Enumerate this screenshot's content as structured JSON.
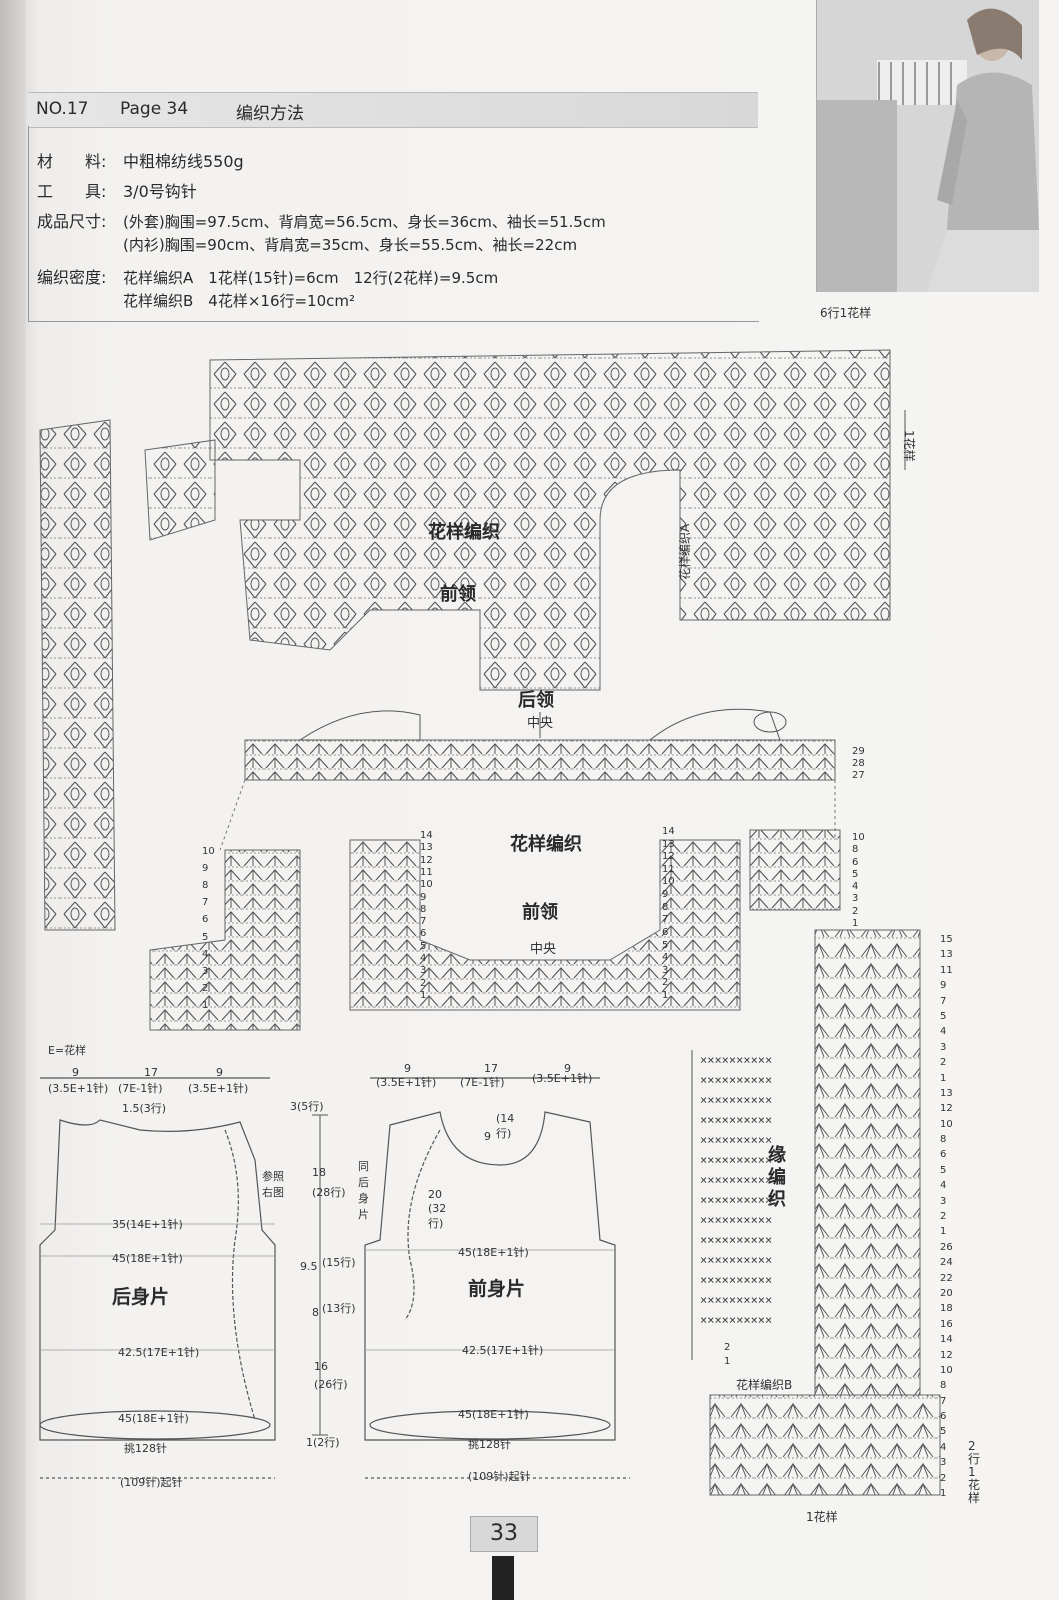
{
  "header": {
    "number": "NO.17",
    "page_ref": "Page 34",
    "title": "编织方法"
  },
  "info": {
    "material_label": "材　　料:",
    "material_value": "中粗棉纺线550g",
    "tool_label": "工　　具:",
    "tool_value": "3/0号钩针",
    "size_label": "成品尺寸:",
    "size_outer": "(外套)胸围=97.5cm、背肩宽=56.5cm、身长=36cm、袖长=51.5cm",
    "size_inner": "(内衫)胸围=90cm、背肩宽=35cm、身长=55.5cm、袖长=22cm",
    "density_label": "编织密度:",
    "density_a": "花样编织A　1花样(15针)=6cm　12行(2花样)=9.5cm",
    "density_b": "花样编织B　4花样×16行=10cm²"
  },
  "labels": {
    "pattern_top": "花样编织",
    "front_collar_top": "前领",
    "pattern_a_side": "花样编织A",
    "one_pattern_side": "1花样",
    "six_rows": "6行1花样",
    "back_collar": "后领",
    "center_1": "中央",
    "pattern_mid": "花样编织",
    "front_collar_mid": "前领",
    "center_2": "中央",
    "e_pattern": "E=花样",
    "edge_knit": "缘编织",
    "pattern_b": "花样编织B",
    "one_pattern_bottom": "1花样",
    "two_rows_pattern": "2行1花样",
    "back_body": "后身片",
    "front_body": "前身片",
    "page_number": "33"
  },
  "dimensions": {
    "back_top": [
      "9",
      "17",
      "9"
    ],
    "back_top_sub": [
      "(3.5E+1针)",
      "(7E-1针)",
      "(3.5E+1针)"
    ],
    "back_shoulder": "1.5(3行)",
    "back_refer": "参照右图",
    "back_row1": "35(14E+1针)",
    "back_row2": "45(18E+1针)",
    "back_row3": "42.5(17E+1针)",
    "back_row4": "45(18E+1针)",
    "back_cast": "挑128针",
    "back_base": "(109针)起针",
    "side": [
      "3(5行)",
      "18",
      "(28行)",
      "9.5",
      "(15行)",
      "8",
      "(13行)",
      "16",
      "(26行)",
      "1(2行)"
    ],
    "front_top": [
      "9",
      "17",
      "9"
    ],
    "front_top_sub": [
      "(3.5E+1针)",
      "(7E-1针)",
      "(3.5E+1针)"
    ],
    "front_neck": "9",
    "front_neck_rows": "(14行)",
    "front_same": "同后身片",
    "front_20": "20",
    "front_20_rows": "(32行)",
    "front_row1": "45(18E+1针)",
    "front_row2": "42.5(17E+1针)",
    "front_row3": "45(18E+1针)",
    "front_cast": "挑128针",
    "front_base": "(109针)起针"
  },
  "row_numbers_right": [
    "15",
    "13",
    "11",
    "9",
    "7",
    "5",
    "4",
    "3",
    "2",
    "1",
    "13",
    "12",
    "10",
    "8",
    "6",
    "5",
    "4",
    "3",
    "2",
    "1",
    "26",
    "24",
    "22",
    "20",
    "18",
    "16",
    "14",
    "12",
    "10",
    "8",
    "7",
    "6",
    "5",
    "4",
    "3",
    "2",
    "1"
  ],
  "row_numbers_back": [
    "29",
    "28",
    "27"
  ],
  "row_numbers_mid_left": [
    "10",
    "9",
    "8",
    "7",
    "6",
    "5",
    "4",
    "3",
    "2",
    "1"
  ],
  "row_numbers_mid_center": [
    "14",
    "13",
    "12",
    "11",
    "10",
    "9",
    "8",
    "7",
    "6",
    "5",
    "4",
    "3",
    "2",
    "1"
  ],
  "row_numbers_mid_right": [
    "14",
    "13",
    "12",
    "11",
    "10",
    "9",
    "8",
    "7",
    "6",
    "5",
    "4",
    "3",
    "2",
    "1"
  ],
  "row_numbers_col": [
    "10",
    "8",
    "6",
    "5",
    "4",
    "3",
    "2",
    "1"
  ],
  "edge_rows": [
    "2",
    "1"
  ]
}
